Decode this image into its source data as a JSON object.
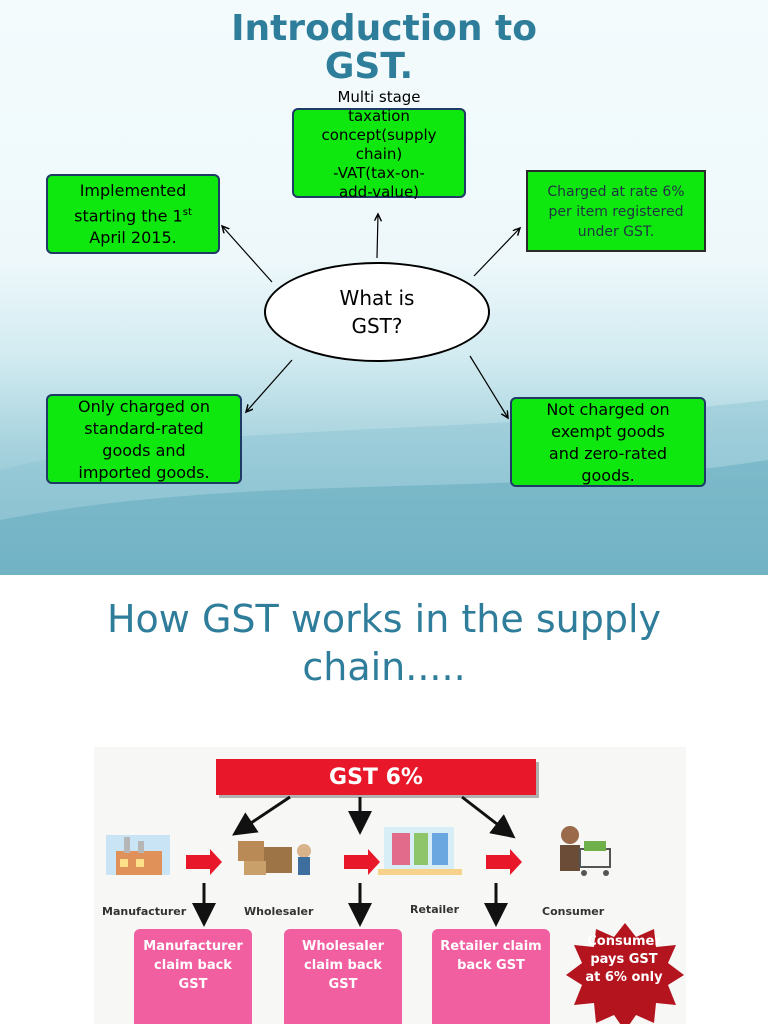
{
  "slide1": {
    "title_line1": "Introduction to",
    "title_line2": "GST.",
    "center": {
      "line1": "What is",
      "line2": "GST?"
    },
    "top_box": {
      "line1": "Multi stage",
      "line2": "taxation",
      "line3": "concept(supply",
      "line4": "chain)",
      "line5": "-VAT(tax-on-",
      "line6": "add-value)"
    },
    "left_box": {
      "line1": "Implemented",
      "line2": "starting the 1",
      "sup": "st",
      "line3": "April 2015."
    },
    "right_box": {
      "line1": "Charged at rate 6%",
      "line2": "per item registered",
      "line3": "under GST."
    },
    "bottom_left_box": {
      "line1": "Only charged on",
      "line2": "standard-rated",
      "line3": "goods and",
      "line4": "imported goods."
    },
    "bottom_right_box": {
      "line1": "Not charged on",
      "line2": "exempt goods",
      "line3": "and zero-rated",
      "line4": "goods."
    }
  },
  "slide2": {
    "title_line1": "How GST works in the supply",
    "title_line2": "chain.....",
    "gst_banner": "GST 6%",
    "roles": [
      "Manufacturer",
      "Wholesaler",
      "Retailer",
      "Consumer"
    ],
    "claims": [
      {
        "line1": "Manufacturer",
        "line2": "claim back",
        "line3": "GST"
      },
      {
        "line1": "Wholesaler",
        "line2": "claim back",
        "line3": "GST"
      },
      {
        "line1": "Retailer claim",
        "line2": "back GST",
        "line3": ""
      }
    ],
    "consumer_burst": {
      "line1": "Consumer",
      "line2": "pays GST",
      "line3": "at 6% only"
    }
  },
  "colors": {
    "title": "#2e7d9a",
    "box_green": "#0ee80e",
    "gst_red": "#e8182a",
    "claim_pink": "#f25fa0",
    "burst_red": "#b4141e"
  }
}
